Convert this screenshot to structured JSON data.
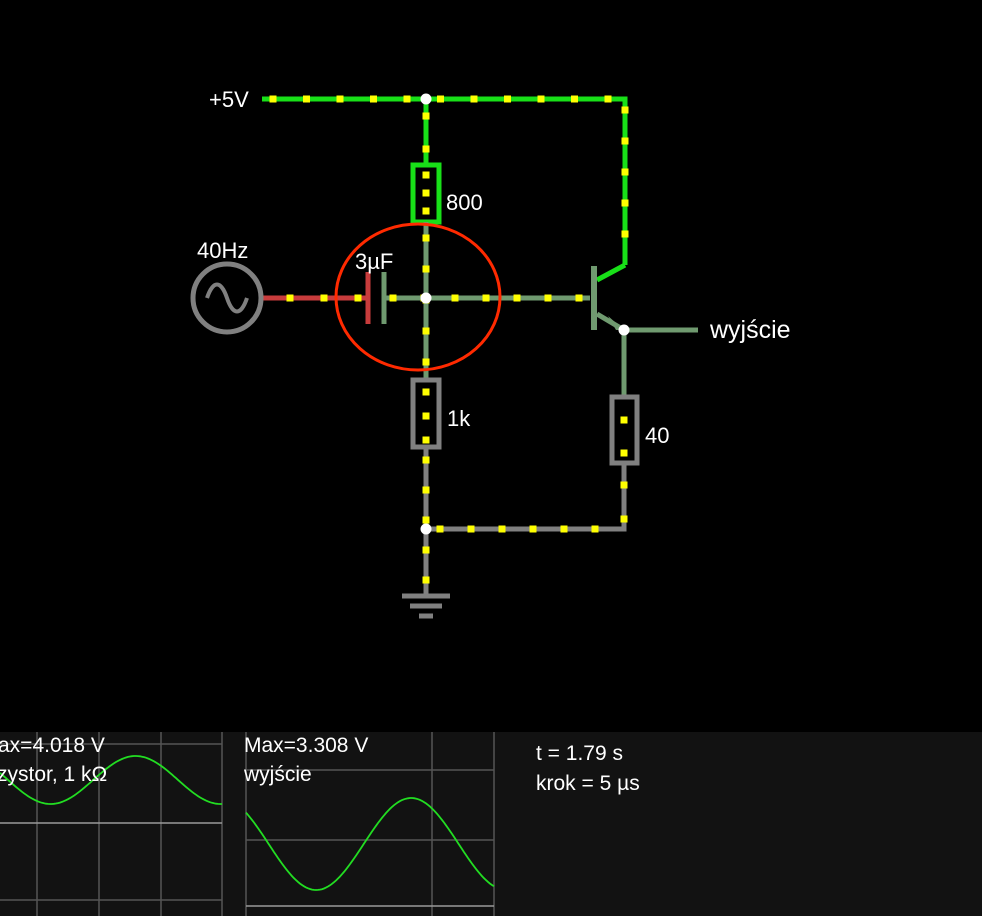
{
  "circuit": {
    "supply_label": "+5V",
    "source_freq_label": "40Hz",
    "capacitor_label": "3µF",
    "r_top_label": "800",
    "r_bottom_label": "1k",
    "r_emitter_label": "40",
    "output_label": "wyjście"
  },
  "colors": {
    "high_voltage_wire": "#18e018",
    "mid_voltage_wire": "#6f9a6f",
    "ground_wire": "#808080",
    "negative_wire": "#c83c3c",
    "current_dot": "#ffff00",
    "highlight_circle": "#ff2a00",
    "scope_trace": "#22dd22"
  },
  "scopes": [
    {
      "max_label": "ax=4.018 V",
      "name_label": "zystor, 1 kΩ"
    },
    {
      "max_label": "Max=3.308 V",
      "name_label": "wyjście"
    }
  ],
  "sim_info": {
    "time_label": "t = 1.79 s",
    "step_label": "krok = 5 µs"
  }
}
